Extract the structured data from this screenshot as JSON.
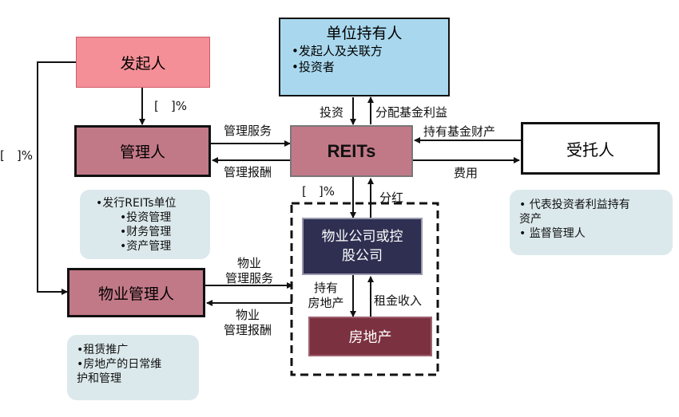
{
  "nodes": {
    "sponsor": "发起人",
    "unitholders": {
      "title": "单位持有人",
      "items": [
        "•发起人及关联方",
        "•投资者"
      ]
    },
    "manager": "管理人",
    "reits": "REITs",
    "trustee": "受托人",
    "property_company": [
      "物业公司或控",
      "股公司"
    ],
    "property_manager": "物业管理人",
    "real_estate": "房地产"
  },
  "edge_labels": {
    "sponsor_pct": "[　]%",
    "left_pct": "[　]%",
    "reits_pct": "[　]%",
    "invest": "投资",
    "distribute": "分配基金利益",
    "hold_assets": "持有基金财产",
    "fees": "费用",
    "mgmt_service": "管理服务",
    "mgmt_fee": "管理报酬",
    "dividend": "分红",
    "prop_service": [
      "物业",
      "管理服务"
    ],
    "prop_fee": [
      "物业",
      "管理报酬"
    ],
    "hold_property": [
      "持有",
      "房地产"
    ],
    "rent_income": "租金收入"
  },
  "notes": {
    "manager": [
      "•发行REITs单位",
      "•投资管理",
      "•财务管理",
      "•资产管理"
    ],
    "trustee": [
      "•  代表投资者利益持有",
      "资产",
      "•  监督管理人"
    ],
    "property_manager": [
      "•租赁推广",
      "•房地产的日常维",
      "护和管理"
    ]
  },
  "colors": {
    "sponsor_fill": "#f48f97",
    "unitholders_fill": "#a9d8ee",
    "manager_fill": "#c27987",
    "reits_fill": "#c27987",
    "trustee_fill": "#ffffff",
    "property_company_fill": "#2f2f52",
    "real_estate_fill": "#7c3140",
    "note_fill": "#dce9ec"
  }
}
